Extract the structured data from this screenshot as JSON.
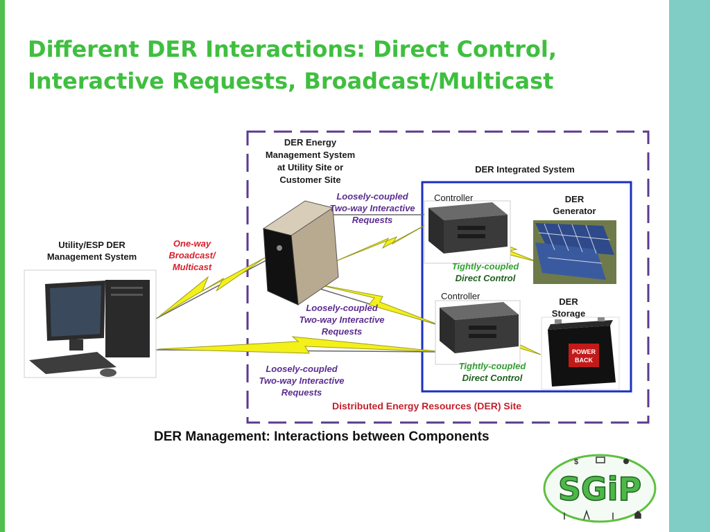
{
  "slide": {
    "title_line1": "Different DER Interactions: Direct Control,",
    "title_line2": "Interactive Requests, Broadcast/Multicast"
  },
  "diagram": {
    "ems_label_1": "DER Energy",
    "ems_label_2": "Management System",
    "ems_label_3": "at Utility Site or",
    "ems_label_4": "Customer Site",
    "integrated_system_label": "DER Integrated System",
    "utility_label_1": "Utility/ESP DER",
    "utility_label_2": "Management System",
    "broadcast_label_1": "One-way",
    "broadcast_label_2": "Broadcast/",
    "broadcast_label_3": "Multicast",
    "loose_top_1": "Loosely-coupled",
    "loose_top_2": "Two-way Interactive",
    "loose_top_3": "Requests",
    "loose_mid_1": "Loosely-coupled",
    "loose_mid_2": "Two-way Interactive",
    "loose_mid_3": "Requests",
    "loose_bottom_1": "Loosely-coupled",
    "loose_bottom_2": "Two-way Interactive",
    "loose_bottom_3": "Requests",
    "controller_top": "Controller",
    "controller_bottom": "Controller",
    "generator_label_1": "DER",
    "generator_label_2": "Generator",
    "storage_label_1": "DER",
    "storage_label_2": "Storage",
    "tight_top_1": "Tightly-coupled",
    "tight_top_2": "Direct Control",
    "tight_bottom_1": "Tightly-coupled",
    "tight_bottom_2": "Direct Control",
    "site_label": "Distributed Energy Resources (DER) Site",
    "battery_brand_1": "POWER",
    "battery_brand_2": "BACK",
    "caption": "DER Management: Interactions between Components"
  },
  "logo": {
    "text": "SGiP",
    "dollar_symbol": "$"
  },
  "colors": {
    "title_green": "#3fbf3f",
    "left_bar_green": "#4fbf4f",
    "right_band_teal": "#7fcdc4",
    "dashed_border_purple": "#5b3a8c",
    "integrated_border_blue": "#1a2fc2",
    "lightning_yellow": "#f3f01a"
  }
}
